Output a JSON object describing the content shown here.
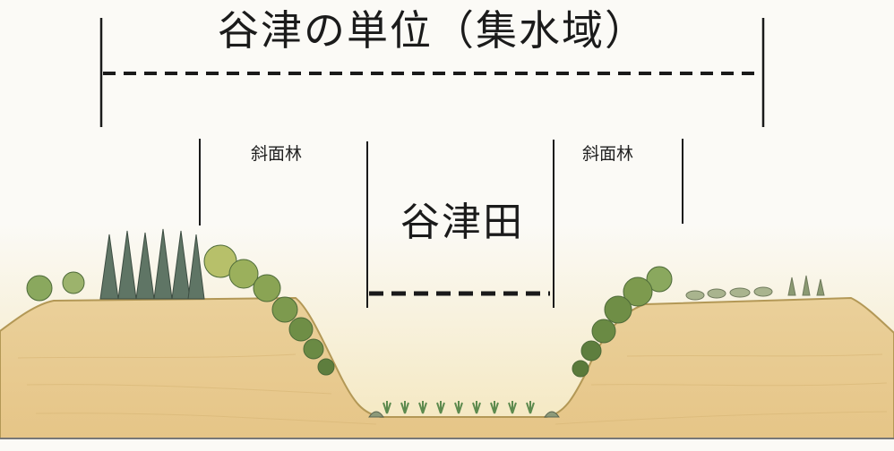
{
  "diagram": {
    "title": "谷津の単位（集水域）",
    "left_slope_label": "斜面林",
    "right_slope_label": "斜面林",
    "paddy_label": "谷津田"
  },
  "colors": {
    "sky": "#fbfaf6",
    "ground_wash": "#f3e3b3",
    "soil": "#e7c98a",
    "soil_edge": "#b89a5a",
    "cedar": "#5a7060",
    "broadleaf": "#7d9a52",
    "line": "#1a1a1a"
  }
}
